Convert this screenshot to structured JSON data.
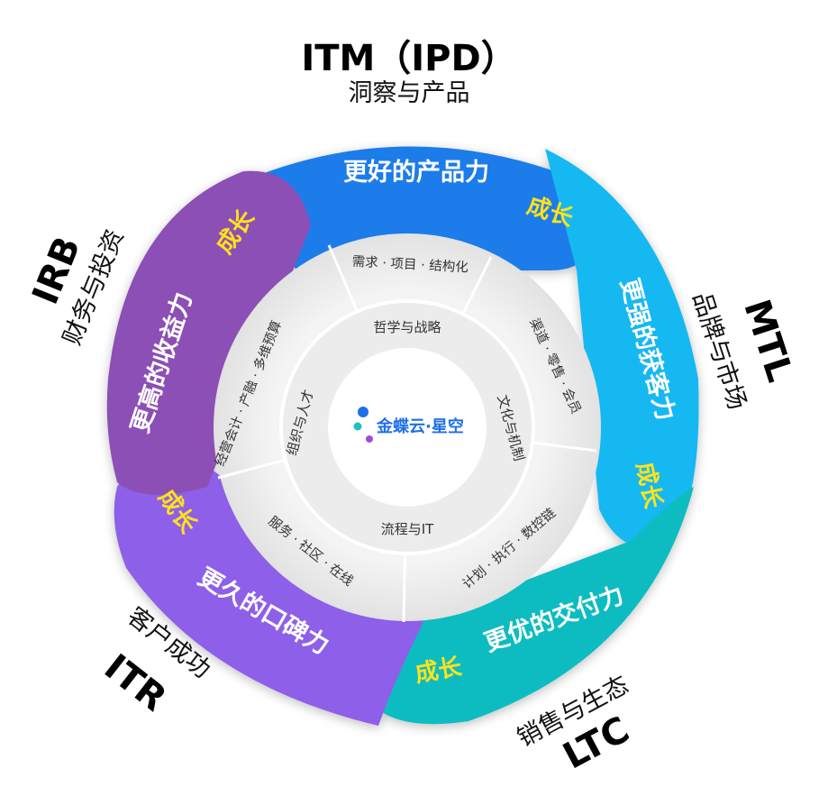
{
  "external_labels": {
    "top": {
      "main": "ITM（IPD）",
      "sub": "洞察与产品"
    },
    "right": {
      "main": "MTL",
      "sub": "品牌与市场"
    },
    "bottom": {
      "main": "LTC",
      "sub": "销售与生态"
    },
    "bottom_left": {
      "main": "ITR",
      "sub": "客户成功"
    },
    "left": {
      "main": "IRB",
      "sub": "财务与投资"
    }
  },
  "segments": {
    "top": {
      "title": "更好的产品力",
      "growth": "成长",
      "color": "#1c7ce9"
    },
    "right": {
      "title": "更强的获客力",
      "growth": "成长",
      "color": "#18b8f2"
    },
    "bottom": {
      "title": "更优的交付力",
      "growth": "成长",
      "color": "#11bcc0"
    },
    "bottom_left": {
      "title": "更久的口碑力",
      "growth": "成长",
      "color": "#8e5fe8"
    },
    "left": {
      "title": "更高的收益力",
      "growth": "成长",
      "color": "#8c4fb5"
    }
  },
  "middle_ring": {
    "top": "需求 · 项目 · 结构化",
    "right": "渠道 · 零售 · 会员",
    "bottom_right": "计划 · 执行 · 数控链",
    "bottom_left": "服务 · 社区 · 在线",
    "left": "经营会计 · 产融 · 多维预算"
  },
  "inner_ring": {
    "top": "哲学与战略",
    "right": "文化与机制",
    "bottom": "流程与IT",
    "left": "组织与人才"
  },
  "center": {
    "logo_text": "金蝶云·星空",
    "logo_colors": {
      "blue": "#1f6fe8",
      "teal": "#19c3c3",
      "purple": "#a04cd8"
    }
  }
}
